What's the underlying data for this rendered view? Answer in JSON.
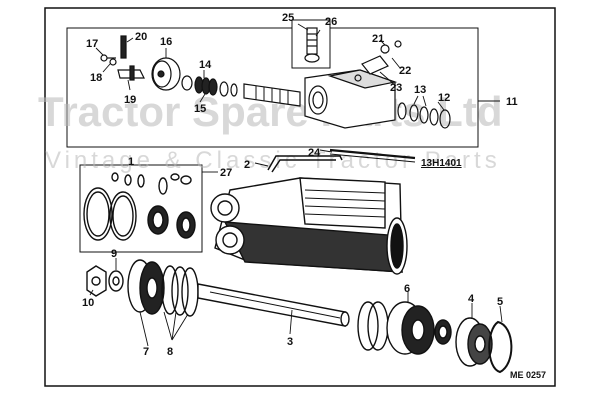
{
  "watermark": {
    "title": "Tractor Spare Parts Ltd",
    "subtitle": "Vintage & Classic Tractor Parts"
  },
  "part_number": "13H1401",
  "drawing_ref": "ME 0257",
  "callouts": [
    "1",
    "2",
    "3",
    "4",
    "5",
    "6",
    "7",
    "8",
    "9",
    "10",
    "11",
    "12",
    "13",
    "14",
    "15",
    "16",
    "17",
    "18",
    "19",
    "20",
    "21",
    "22",
    "23",
    "24",
    "25",
    "26",
    "27"
  ]
}
